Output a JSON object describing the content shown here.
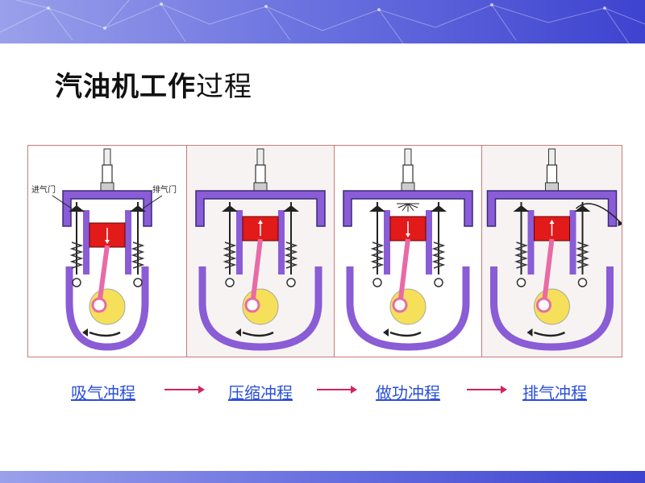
{
  "title": {
    "bold_part": "汽油机工作",
    "normal_part": "过程"
  },
  "labels": {
    "intake_valve": "进气门",
    "exhaust_valve": "排气门"
  },
  "strokes": [
    {
      "label": "吸气冲程"
    },
    {
      "label": "压缩冲程"
    },
    {
      "label": "做功冲程"
    },
    {
      "label": "排气冲程"
    }
  ],
  "colors": {
    "cylinder_purple": "#8a5cd6",
    "piston_red": "#e21a1a",
    "link_blue": "#2b4fd8",
    "arrow_pink": "#d3245e",
    "crank_yellow": "#f6e05a",
    "rod_pink": "#e86aa6",
    "band_blue": "#5a61dc"
  },
  "icons": [
    "spark-plug-icon",
    "valve-spring-icon",
    "flow-arrow-icon",
    "rotation-arrow-icon"
  ]
}
